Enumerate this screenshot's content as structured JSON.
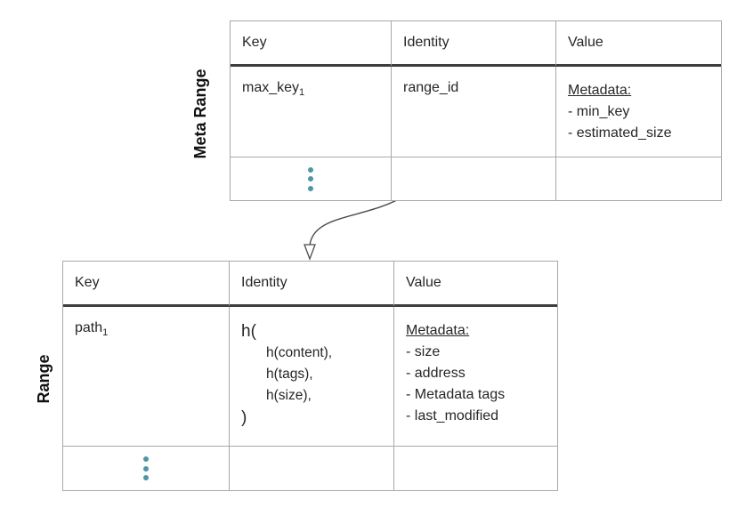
{
  "meta_range": {
    "label": "Meta Range",
    "headers": [
      "Key",
      "Identity",
      "Value"
    ],
    "row": {
      "key_base": "max_key",
      "key_sub": "1",
      "identity": "range_id",
      "value_title": "Metadata:",
      "value_items": [
        "- min_key",
        "- estimated_size"
      ]
    }
  },
  "range": {
    "label": "Range",
    "headers": [
      "Key",
      "Identity",
      "Value"
    ],
    "row": {
      "key_base": "path",
      "key_sub": "1",
      "identity_open": "h(",
      "identity_args": [
        "h(content),",
        "h(tags),",
        "h(size),"
      ],
      "identity_close": ")",
      "value_title": "Metadata:",
      "value_items": [
        "- size",
        "- address",
        "- Metadata tags",
        "- last_modified"
      ]
    }
  },
  "arrow": {
    "from": "range_id cell (Meta Range table)",
    "to": "Identity column (Range table)"
  },
  "colors": {
    "ellipsis_dot": "#4e96a3",
    "border_light": "#a8a8a8",
    "header_separator": "#3e3e3e",
    "text": "#262626",
    "arrow": "#4d4d4d"
  }
}
